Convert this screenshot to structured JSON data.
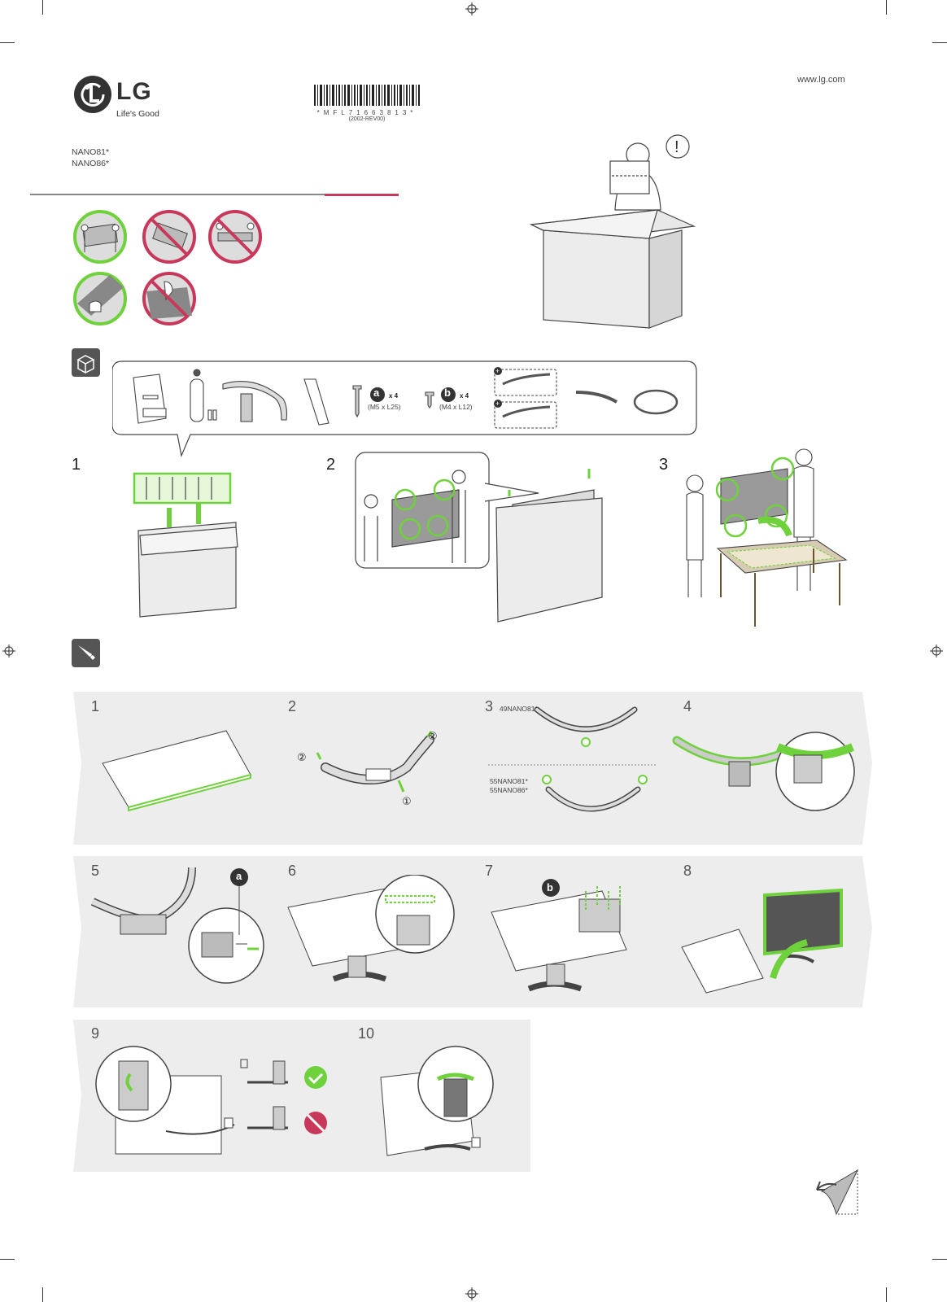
{
  "brand": {
    "logo_text": "LG",
    "tagline": "Life's Good"
  },
  "barcode": {
    "number": "*MFL71663813*",
    "revision": "(2002-REV00)"
  },
  "models": [
    "NANO81*",
    "NANO86*"
  ],
  "website": "www.lg.com",
  "colors": {
    "accent_green": "#6fd13b",
    "warning_red": "#c8385a",
    "panel_gray": "#ededed",
    "divider_red": "#c8385a"
  },
  "icons": [
    "box-contents-icon",
    "tools-icon"
  ],
  "parts": {
    "screw_a": {
      "letter": "a",
      "qty": "x 4",
      "size": "(M5 x L25)"
    },
    "screw_b": {
      "letter": "b",
      "qty": "x 4",
      "size": "(M4 x L12)"
    }
  },
  "unpack_steps": [
    "1",
    "2",
    "3"
  ],
  "assembly_steps": [
    {
      "num": "1"
    },
    {
      "num": "2",
      "callouts": [
        "①",
        "②",
        "②"
      ]
    },
    {
      "num": "3",
      "model_a": "49NANO81*",
      "model_b": [
        "55NANO81*",
        "55NANO86*"
      ]
    },
    {
      "num": "4"
    },
    {
      "num": "5",
      "part_letter": "a"
    },
    {
      "num": "6"
    },
    {
      "num": "7",
      "part_letter": "b"
    },
    {
      "num": "8"
    },
    {
      "num": "9"
    },
    {
      "num": "10"
    }
  ]
}
